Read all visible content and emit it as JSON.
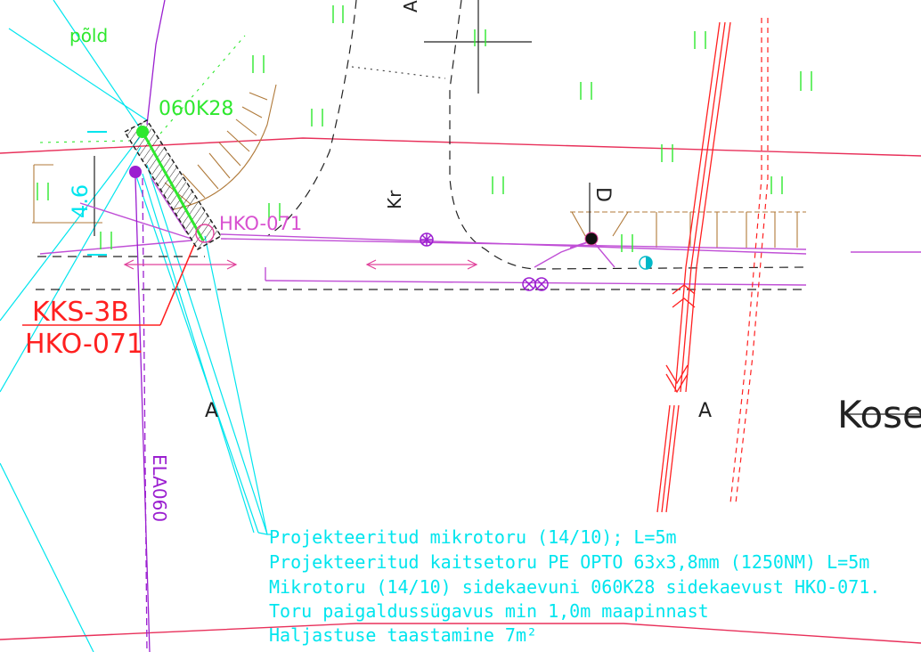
{
  "labels": {
    "field": "põld",
    "manhole_060k28": "060K28",
    "manhole_hko071_pink": "HKO-071",
    "kks_label": "KKS-3B",
    "hko_label": "HKO-071",
    "dimension": "4.6",
    "cable_ela060": "ELA060",
    "road_kr": "Kr",
    "letter_a_top": "A",
    "letter_a_left": "A",
    "letter_a_right": "A",
    "street_name": "Kose",
    "letter_d": "D",
    "grass_mark": "II"
  },
  "notes": [
    "Projekteeritud mikrotoru (14/10); L=5m",
    "Projekteeritud kaitsetoru PE OPTO 63x3,8mm (1250NM) L=5m",
    "Mikrotoru (14/10) sidekaevuni 060K28 sidekaevust HKO-071.",
    "Toru paigaldussügavus min 1,0m maapinnast",
    "Haljastuse taastamine 7m²"
  ],
  "colors": {
    "background": "#ffffff",
    "cyan": "#00e5ee",
    "green": "#2ee82e",
    "magenta": "#c04fd6",
    "pink": "#e0409a",
    "red": "#ff2020",
    "brown": "#b07a3a",
    "black": "#222222",
    "purple": "#9b1fd0"
  }
}
